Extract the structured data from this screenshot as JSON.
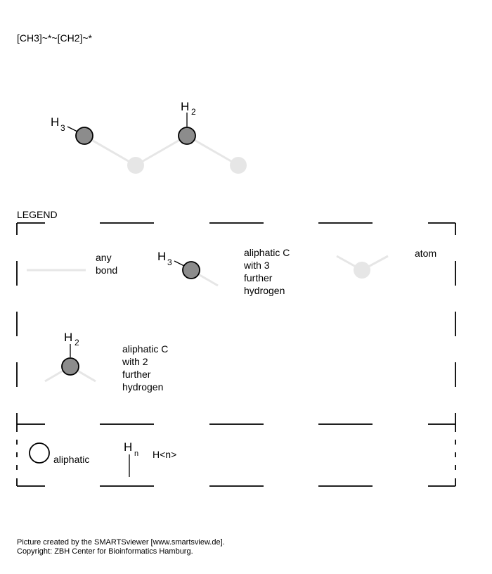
{
  "smarts": "[CH3]~*~[CH2]~*",
  "molecule": {
    "h3_main": "H",
    "h3_sub": "3",
    "h2_main": "H",
    "h2_sub": "2"
  },
  "legend": {
    "title": "LEGEND",
    "any_bond": [
      "any",
      "bond"
    ],
    "ch3": {
      "h_main": "H",
      "h_sub": "3",
      "label": [
        "aliphatic C",
        "with 3",
        "further",
        "hydrogen"
      ]
    },
    "atom": "atom",
    "ch2": {
      "h_main": "H",
      "h_sub": "2",
      "label": [
        "aliphatic C",
        "with 2",
        "further",
        "hydrogen"
      ]
    },
    "aliphatic": "aliphatic",
    "hn": {
      "h_main": "H",
      "h_sub": "n",
      "label": "H<n>"
    }
  },
  "footer": {
    "line1": "Picture created by the SMARTSviewer [www.smartsview.de].",
    "line2": "Copyright: ZBH Center for Bioinformatics Hamburg."
  },
  "colors": {
    "aliphatic_carbon": "#8c8c8c",
    "any_atom": "#e6e6e6",
    "any_bond": "#e6e6e6"
  }
}
